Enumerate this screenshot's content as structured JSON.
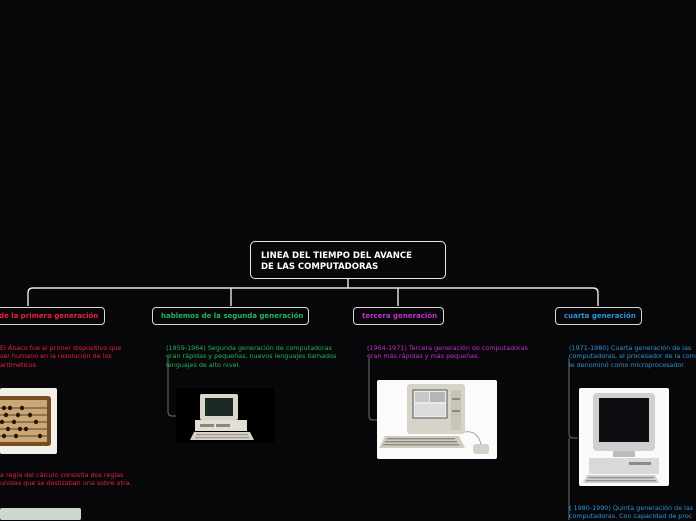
{
  "root": {
    "title_line1": "LINEA DEL TIEMPO DEL AVANCE",
    "title_line2": "DE LAS COMPUTADORAS"
  },
  "topics": [
    {
      "label": "de la primera generación",
      "color": "#e8213c",
      "notes": [
        "El Ábaco fue el primer dispositivo que",
        "ser humano en la resolución de los",
        "aritméticos."
      ],
      "notes2": [
        "a regla del cálculo consistía dos reglas",
        "unidas que se deslizaban una sobre otra."
      ]
    },
    {
      "label": "hablemos de la segunda generación",
      "color": "#22b55a",
      "notes": [
        "(1959-1964) Segunda generación de computadoras",
        "eran rápidas y pequeñas, nuevos lenguajes llamados",
        "lenguajes de alto nivel."
      ]
    },
    {
      "label": "tercera generación",
      "color": "#c42fd1",
      "notes": [
        "(1964-1971) Tercera generación de computadoras",
        "eran más rápidas y más pequeñas."
      ]
    },
    {
      "label": "cuarta generación",
      "color": "#2f93d9",
      "notes": [
        "(1971-1980) Cuarta generación de las",
        "computadoras, el procesador de la com",
        "le denominó como microprocesador."
      ],
      "notes2": [
        "( 1980-1990) Quinta generación de las",
        "computadoras. Con capacidad de proc"
      ]
    }
  ],
  "colors": {
    "background": "#070709",
    "connector": "#e8e8e8",
    "note_connector": "#6d6d6d"
  }
}
